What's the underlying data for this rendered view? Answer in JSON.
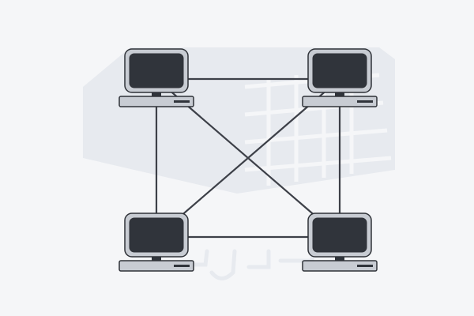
{
  "diagram": {
    "type": "mesh network topology",
    "node_count": 4,
    "nodes": [
      {
        "id": "computer-top-left",
        "icon": "desktop-computer-icon"
      },
      {
        "id": "computer-top-right",
        "icon": "desktop-computer-icon"
      },
      {
        "id": "computer-bottom-left",
        "icon": "desktop-computer-icon"
      },
      {
        "id": "computer-bottom-right",
        "icon": "desktop-computer-icon"
      }
    ],
    "links": [
      [
        "computer-top-left",
        "computer-top-right"
      ],
      [
        "computer-top-left",
        "computer-bottom-left"
      ],
      [
        "computer-top-left",
        "computer-bottom-right"
      ],
      [
        "computer-top-right",
        "computer-bottom-left"
      ],
      [
        "computer-top-right",
        "computer-bottom-right"
      ],
      [
        "computer-bottom-left",
        "computer-bottom-right"
      ]
    ]
  },
  "colors": {
    "background": "#f5f6f8",
    "watermark": "#e7eaef",
    "link": "#3d4048",
    "outline": "#2f3238",
    "monitor_bezel": "#c8ccd3",
    "screen": "#30343b",
    "base": "#c8ccd3"
  }
}
